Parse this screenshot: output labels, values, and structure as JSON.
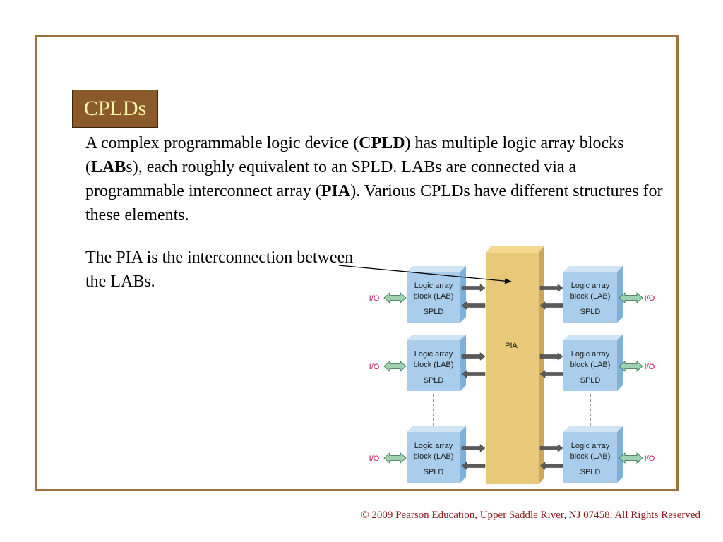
{
  "slide": {
    "title": "CPLDs",
    "para1": [
      {
        "text": "A complex programmable logic device (",
        "bold": false
      },
      {
        "text": "CPLD",
        "bold": true
      },
      {
        "text": ") has multiple logic array blocks (",
        "bold": false
      },
      {
        "text": "LAB",
        "bold": true
      },
      {
        "text": "s), each roughly equivalent to an SPLD.  LABs are connected via a programmable interconnect array (",
        "bold": false
      },
      {
        "text": "PIA",
        "bold": true
      },
      {
        "text": "). Various CPLDs have different structures for these elements.",
        "bold": false
      }
    ],
    "para2": "The PIA is the interconnection between the LABs.",
    "footer": "© 2009 Pearson Education, Upper Saddle River, NJ 07458. All Rights Reserved"
  },
  "diagram": {
    "pia_label": "PIA",
    "lab_line1": "Logic array",
    "lab_line2": "block (LAB)",
    "lab_line3": "SPLD",
    "io_label": "I/O",
    "colors": {
      "lab_fill": "#a9cdea",
      "pia_fill": "#e8c97a",
      "io_text": "#c0185a",
      "io_arrow": "#9fd2b0",
      "bus_arrow": "#5a5a5a",
      "frame": "#9c7442",
      "title_bg": "#8b5a2b",
      "title_text": "#fff6a8"
    }
  }
}
